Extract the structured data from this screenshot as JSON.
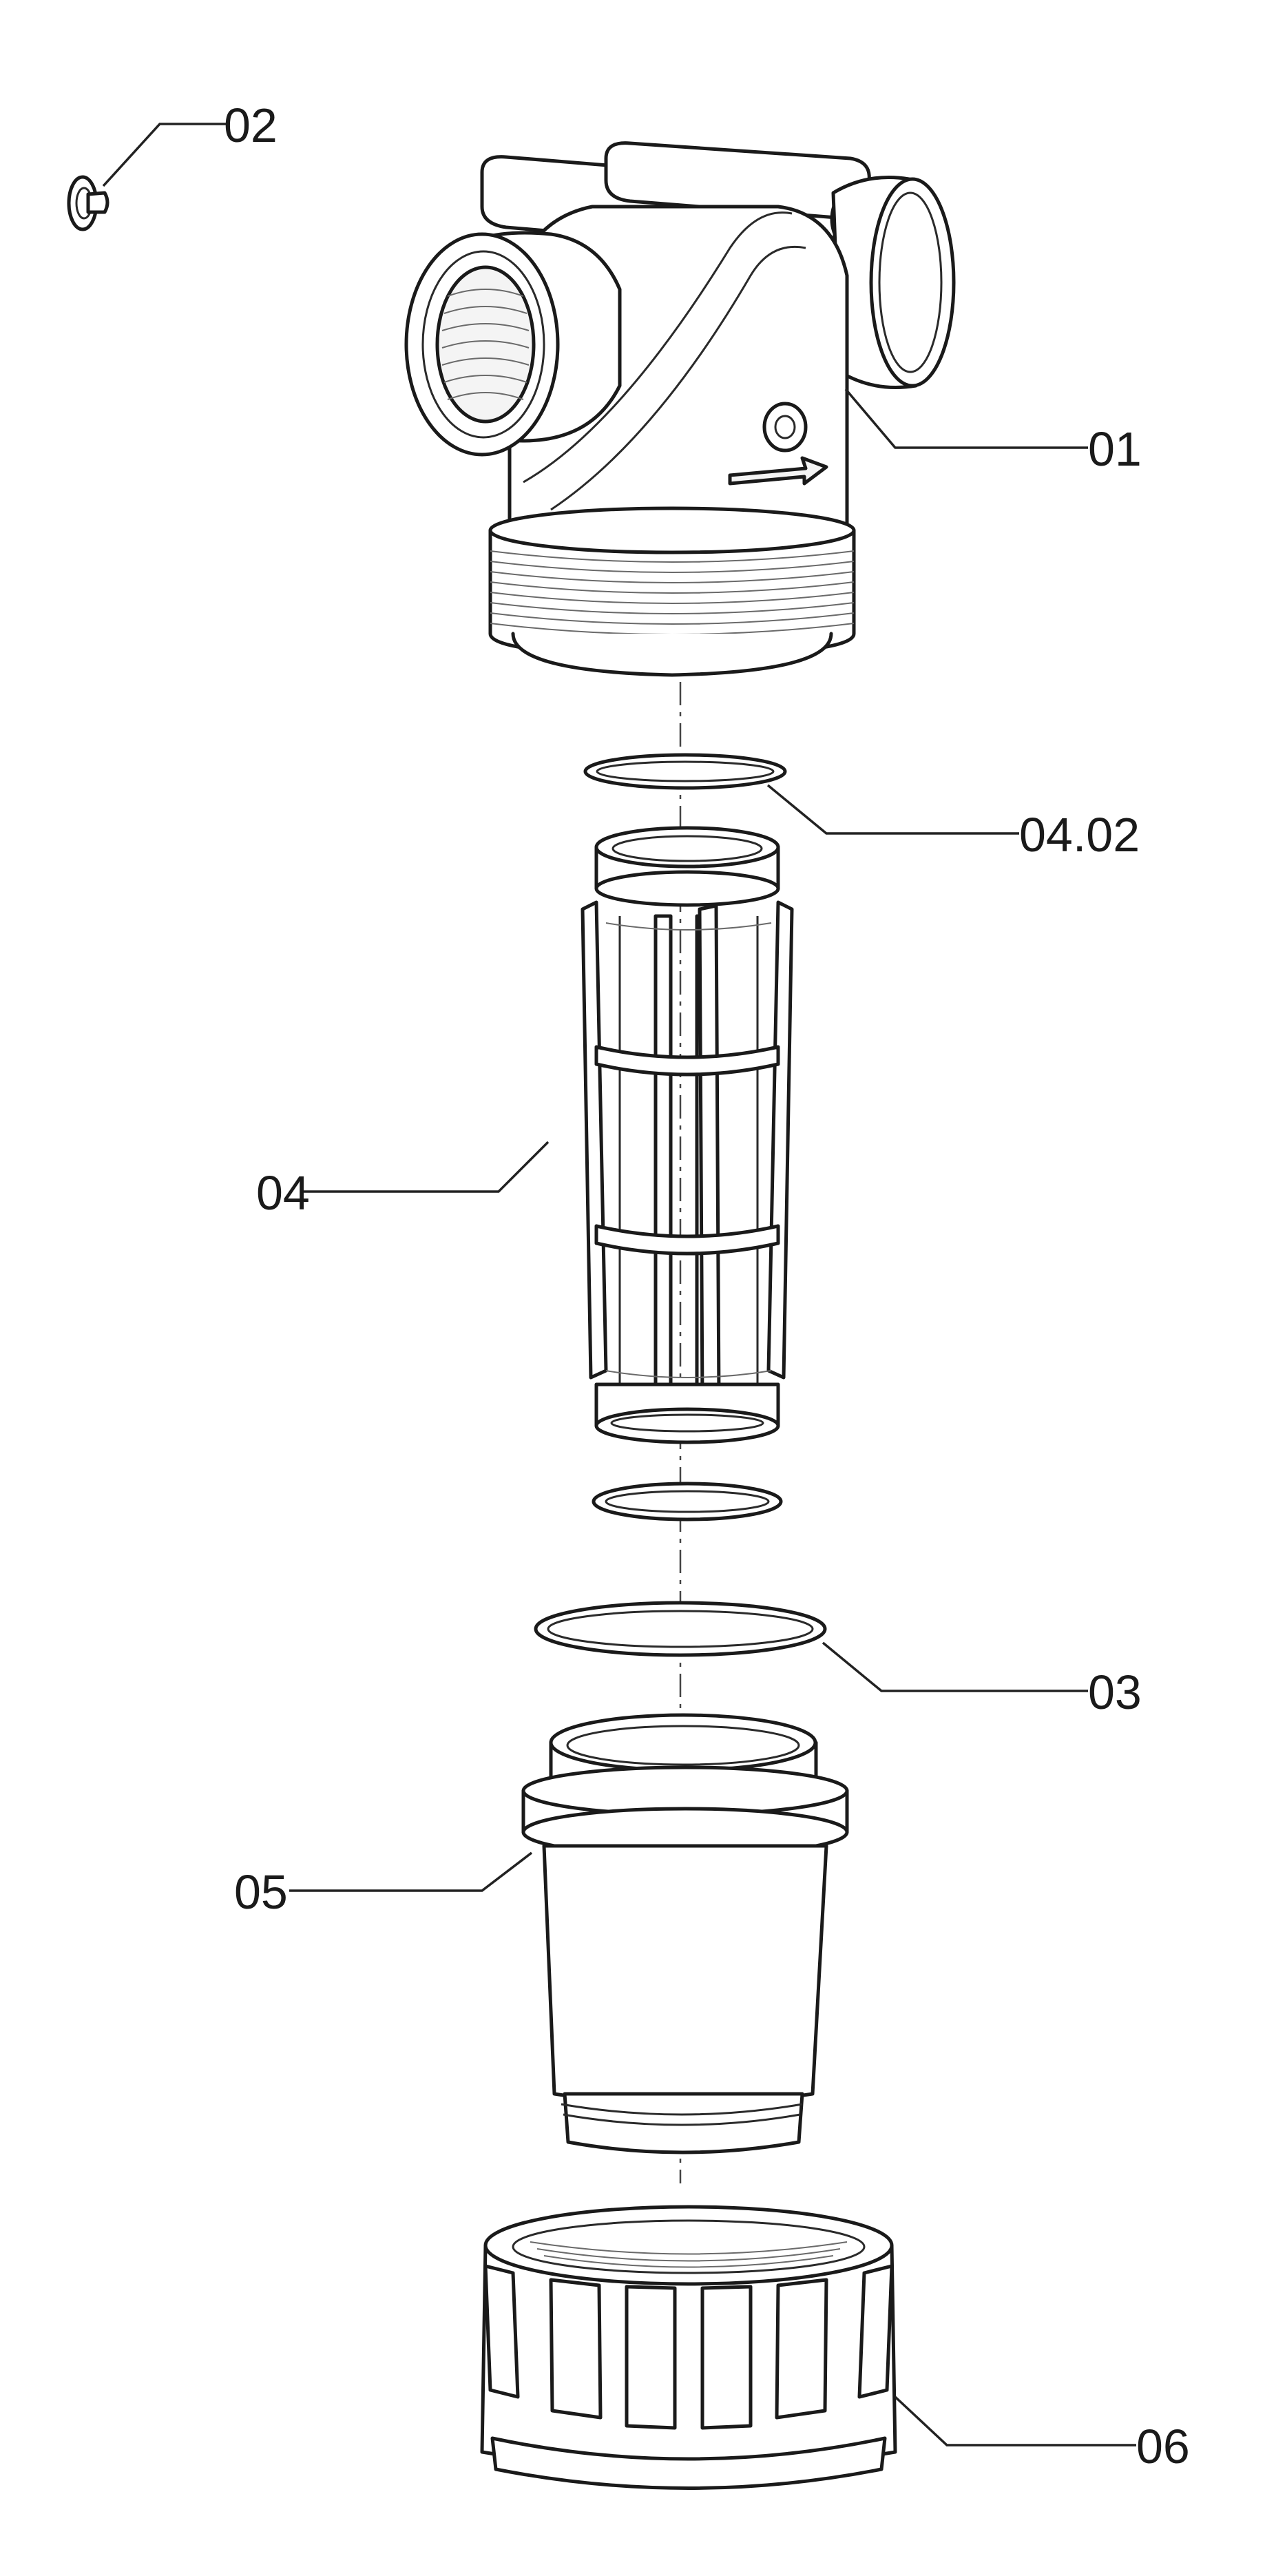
{
  "callouts": {
    "c02": "02",
    "c01": "01",
    "c0402": "04.02",
    "c04": "04",
    "c03": "03",
    "c05": "05",
    "c06": "06"
  },
  "colors": {
    "line": "#1a1a1a",
    "background": "#ffffff"
  }
}
